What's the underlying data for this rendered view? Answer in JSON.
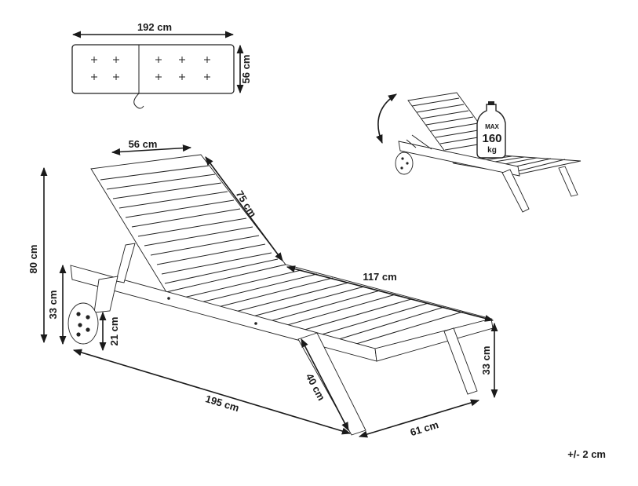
{
  "cushion": {
    "length_label": "192 cm",
    "width_label": "56 cm"
  },
  "preview": {
    "badge_line1": "MAX",
    "badge_line2": "160",
    "badge_line3": "kg"
  },
  "dimensions": {
    "backrest_width": "56 cm",
    "backrest_length": "75 cm",
    "seat_length": "117 cm",
    "total_height": "80 cm",
    "frame_height": "33 cm",
    "wheel_height": "21 cm",
    "total_length": "195 cm",
    "leg_length": "40 cm",
    "depth": "61 cm",
    "front_height": "33 cm"
  },
  "tolerance": "+/- 2 cm"
}
